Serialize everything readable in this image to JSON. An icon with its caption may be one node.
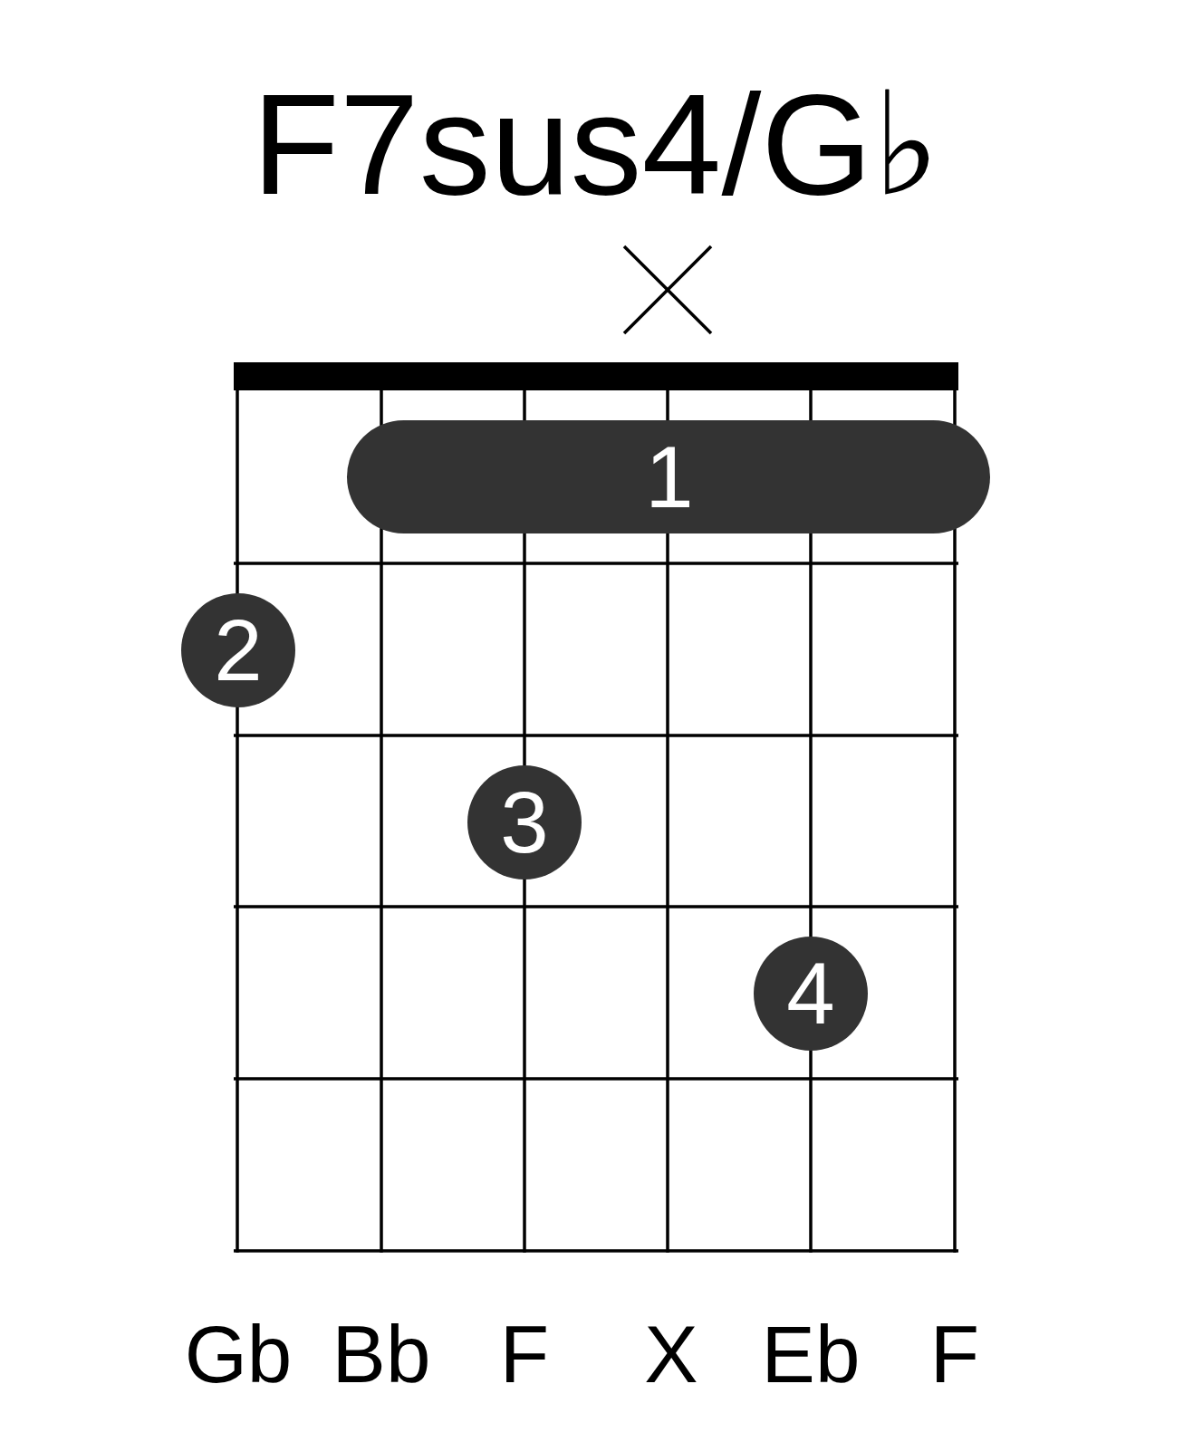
{
  "diagram": {
    "title": "F7sus4/G♭",
    "nodes": [
      {
        "text": [
          "1"
        ]
      },
      {
        "text": [
          "2"
        ]
      },
      {
        "text": [
          "3"
        ]
      },
      {
        "text": [
          "4"
        ]
      }
    ],
    "labels": [
      "Gb",
      "Bb",
      "F",
      "X",
      "Eb",
      "F"
    ]
  }
}
